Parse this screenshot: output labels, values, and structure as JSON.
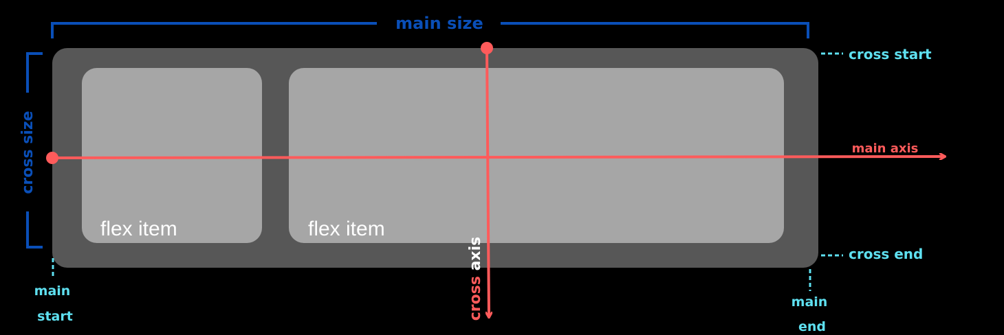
{
  "colors": {
    "background": "#000000",
    "container": "#575757",
    "item": "#a6a6a6",
    "axis": "#ff5b5b",
    "size_bracket": "#0a4fb8",
    "edge_label": "#5ee0f0",
    "item_text": "#ffffff",
    "cross_axis_word_highlight": "#ffffff"
  },
  "labels": {
    "main_size": "main size",
    "cross_size": "cross size",
    "cross_start": "cross start",
    "cross_end": "cross end",
    "main_axis": "main axis",
    "cross_axis_part1": "cross",
    "cross_axis_part2": " axis",
    "main_start_line1": "main",
    "main_start_line2": "start",
    "main_end_line1": "main",
    "main_end_line2": "end"
  },
  "items": [
    {
      "label": "flex item"
    },
    {
      "label": "flex item"
    }
  ]
}
